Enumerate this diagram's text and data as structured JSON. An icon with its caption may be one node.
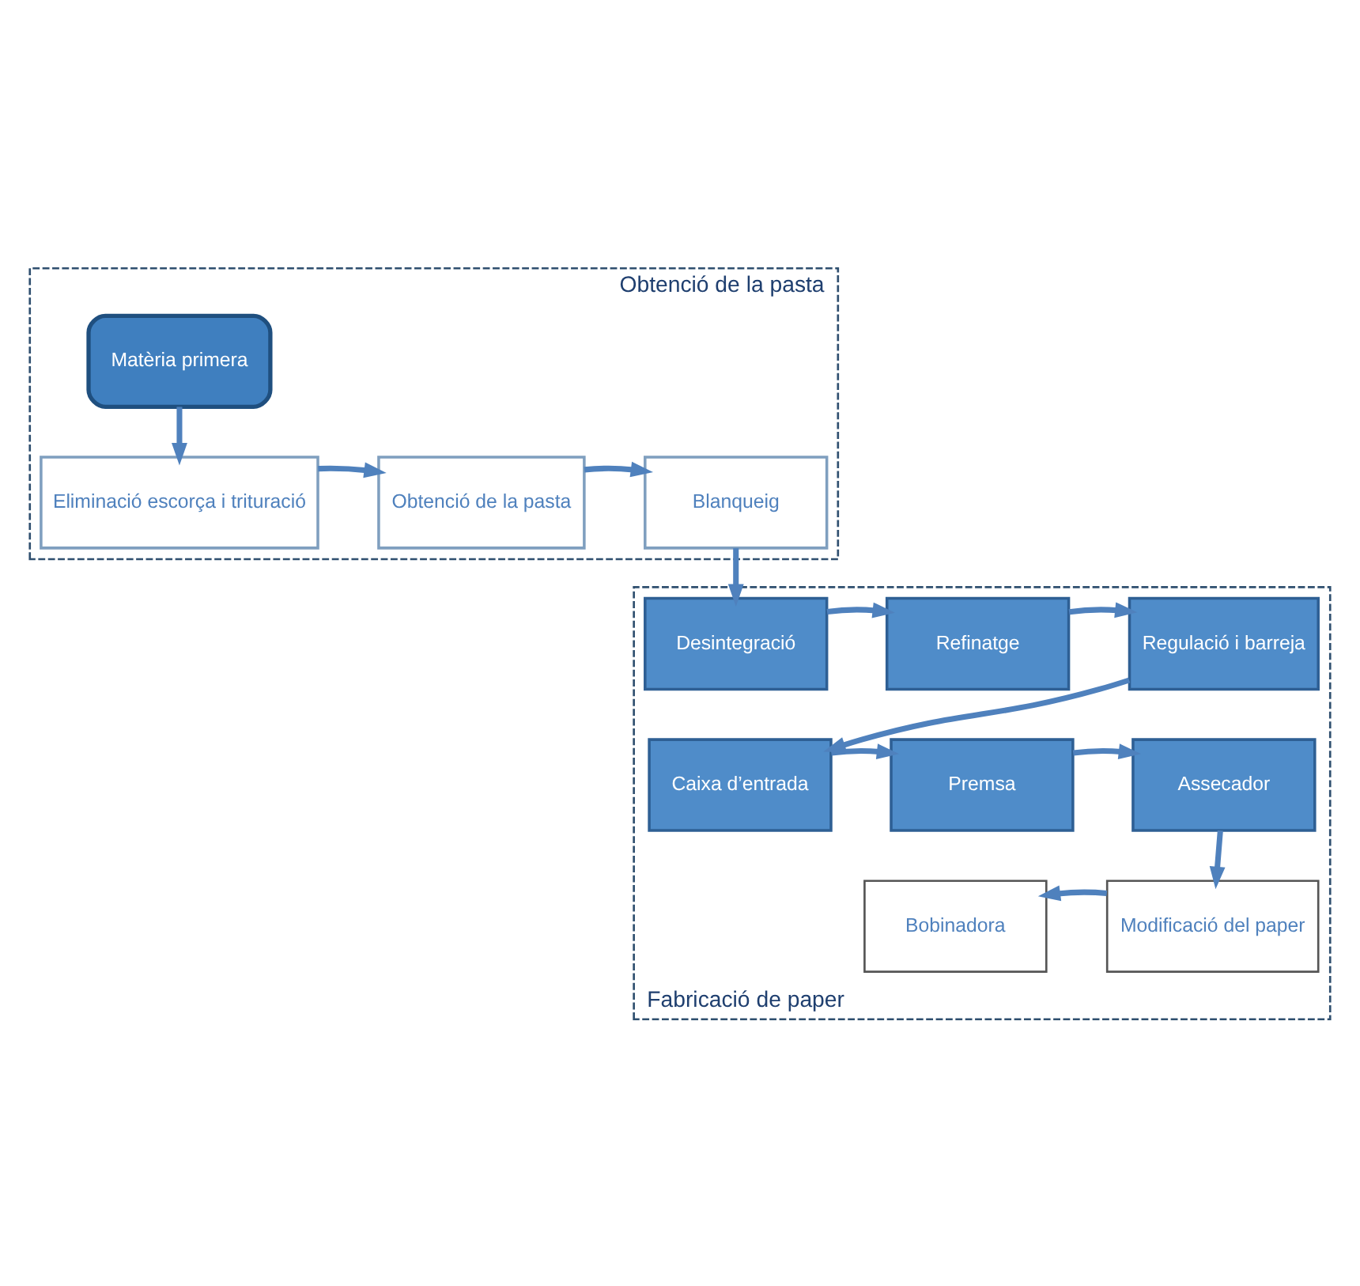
{
  "diagram": {
    "nodes": [
      {
        "text": [
          "Obtenció de la pasta"
        ]
      },
      {
        "text": [
          "Matèria primera"
        ],
        "in": 0
      },
      {
        "text": [
          "Eliminació escorça i trituració"
        ],
        "in": 0
      },
      {
        "text": [
          "Obtenció de la pasta"
        ],
        "in": 0
      },
      {
        "text": [
          "Blanqueig"
        ],
        "in": 0
      },
      {
        "text": [
          "Fabricació de paper"
        ]
      },
      {
        "text": [
          "Regulació i barreja"
        ],
        "in": 5
      },
      {
        "text": [
          "Refinatge"
        ],
        "in": 5
      },
      {
        "text": [
          "Desintegració"
        ],
        "in": 5
      },
      {
        "text": [
          "Caixa d’entrada"
        ],
        "in": 5
      },
      {
        "text": [
          "Premsa"
        ],
        "in": 5
      },
      {
        "text": [
          "Assecador"
        ],
        "in": 5
      },
      {
        "text": [
          "Bobinadora"
        ],
        "in": 5
      },
      {
        "text": [
          "Modificació del paper"
        ],
        "in": 5
      }
    ],
    "edges": [
      {
        "from": 1,
        "to": 2,
        "arrow": "to"
      },
      {
        "from": 2,
        "to": 3,
        "arrow": "to"
      },
      {
        "from": 3,
        "to": 4,
        "arrow": "to"
      },
      {
        "from": 4,
        "to": 8,
        "arrow": "to"
      },
      {
        "from": 8,
        "to": 7,
        "arrow": "to"
      },
      {
        "from": 7,
        "to": 6,
        "arrow": "to"
      },
      {
        "from": 6,
        "to": 9,
        "arrow": "to"
      },
      {
        "from": 9,
        "to": 10,
        "arrow": "to"
      },
      {
        "from": 10,
        "to": 11,
        "arrow": "to"
      },
      {
        "from": 11,
        "to": 13,
        "arrow": "to"
      },
      {
        "from": 13,
        "to": 12,
        "arrow": "to"
      }
    ]
  }
}
